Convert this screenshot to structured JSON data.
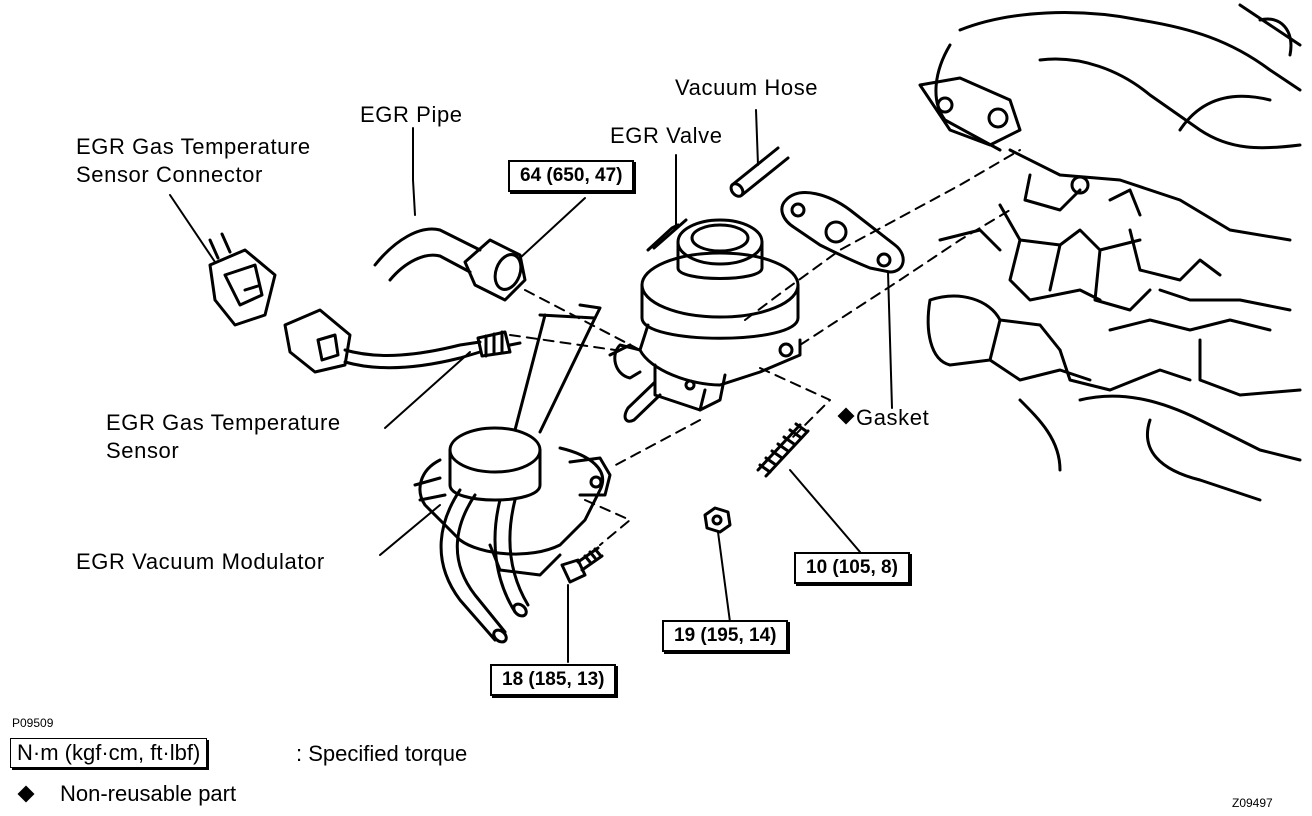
{
  "labels": {
    "vacuum_hose": "Vacuum Hose",
    "egr_pipe": "EGR Pipe",
    "egr_valve": "EGR Valve",
    "sensor_connector_line1": "EGR Gas Temperature",
    "sensor_connector_line2": "Sensor Connector",
    "sensor_line1": "EGR Gas Temperature",
    "sensor_line2": "Sensor",
    "modulator": "EGR Vacuum Modulator",
    "gasket": "Gasket"
  },
  "torques": {
    "egr_pipe_nut": "64 (650, 47)",
    "stud": "10 (105, 8)",
    "nut": "19 (195, 14)",
    "bolt": "18 (185, 13)"
  },
  "codes": {
    "figure_code": "P09509",
    "page_code": "Z09497"
  },
  "legend": {
    "torque_units": "N·m (kgf·cm, ft·lbf)",
    "torque_desc": ":  Specified torque",
    "nonreusable_desc": "Non-reusable part"
  }
}
